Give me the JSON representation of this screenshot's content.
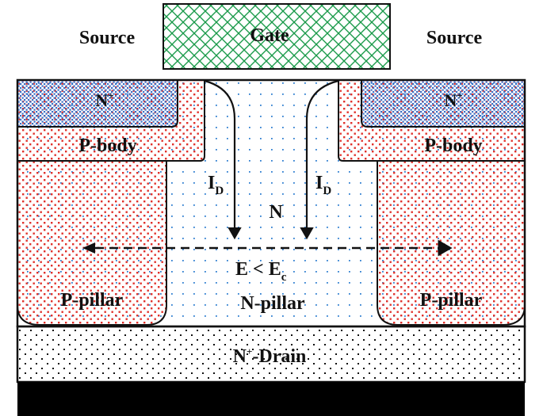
{
  "labels": {
    "source_left": "Source",
    "source_right": "Source",
    "gate": "Gate",
    "nplus_left": {
      "base": "N",
      "sup": "+"
    },
    "nplus_right": {
      "base": "N",
      "sup": "+"
    },
    "pbody_left": "P-body",
    "pbody_right": "P-body",
    "id_left": {
      "base": "I",
      "sub": "D"
    },
    "id_right": {
      "base": "I",
      "sub": "D"
    },
    "n_region": "N",
    "field_relation": {
      "lhs": "E",
      "op": " < ",
      "rhs": "E",
      "rhs_sub": "c"
    },
    "npillar": "N-pillar",
    "ppillar_left": "P-pillar",
    "ppillar_right": "P-pillar",
    "drain": {
      "base": "N",
      "sup": "+",
      "rest": "-Drain"
    }
  },
  "colors": {
    "gate_pattern": "#1a9a4a",
    "nplus_pattern": "#3b6fc4",
    "p_pattern": "#e0312b",
    "n_dots": "#2f7fd0",
    "drain_dots": "#111111",
    "metal": "#000000",
    "outline": "#111111"
  }
}
